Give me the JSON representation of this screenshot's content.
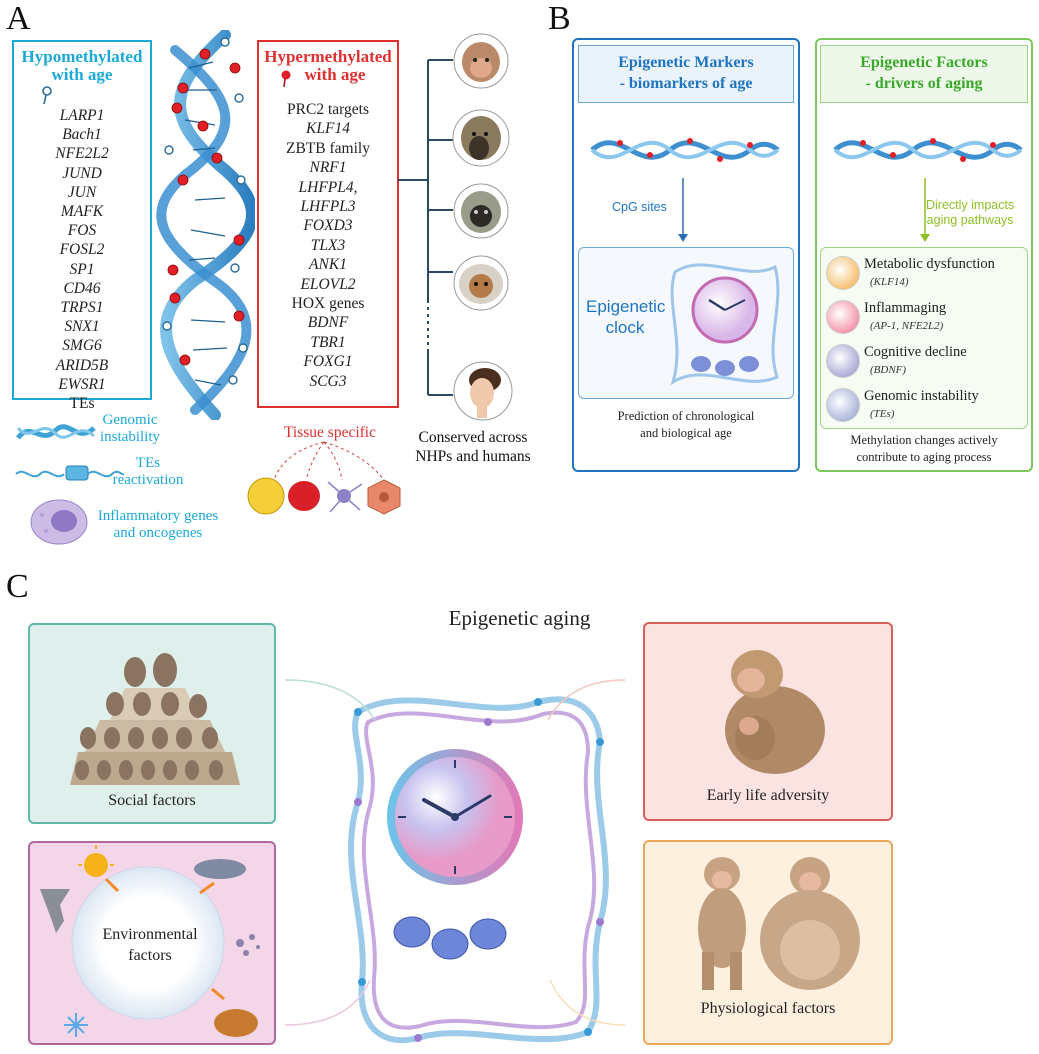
{
  "panels": {
    "a": "A",
    "b": "B",
    "c": "C"
  },
  "panel_a": {
    "hypo_title": [
      "Hypomethylated",
      "with age"
    ],
    "hypo_genes": [
      "LARP1",
      "Bach1",
      "NFE2L2",
      "JUND",
      "JUN",
      "MAFK",
      "FOS",
      "FOSL2",
      "SP1",
      "CD46",
      "TRPS1",
      "SNX1",
      "SMG6",
      "ARID5B",
      "EWSR1"
    ],
    "hypo_last": "TEs",
    "hyper_title": [
      "Hypermethylated",
      "with age"
    ],
    "hyper_genes": [
      {
        "t": "PRC2 targets",
        "i": false
      },
      {
        "t": "KLF14",
        "i": true
      },
      {
        "t": "ZBTB family",
        "i": false
      },
      {
        "t": "NRF1",
        "i": true
      },
      {
        "t": "LHFPL4,",
        "i": true
      },
      {
        "t": "LHFPL3",
        "i": true
      },
      {
        "t": "FOXD3",
        "i": true
      },
      {
        "t": "TLX3",
        "i": true
      },
      {
        "t": "ANK1",
        "i": true
      },
      {
        "t": "ELOVL2",
        "i": true
      },
      {
        "t": "HOX genes",
        "i": false
      },
      {
        "t": "BDNF",
        "i": true
      },
      {
        "t": "TBR1",
        "i": true
      },
      {
        "t": "FOXG1",
        "i": true
      },
      {
        "t": "SCG3",
        "i": true
      }
    ],
    "legend": {
      "genomic": [
        "Genomic",
        "instability"
      ],
      "tes": [
        "TEs",
        "reactivation"
      ],
      "inflammatory": [
        "Inflammatory genes",
        "and oncogenes"
      ]
    },
    "tissue_specific": "Tissue specific",
    "conserved": [
      "Conserved across",
      "NHPs and humans"
    ]
  },
  "panel_b": {
    "markers_title": [
      "Epigenetic Markers",
      "- biomarkers of age"
    ],
    "factors_title": [
      "Epigenetic Factors",
      "- drivers of aging"
    ],
    "cpg": "CpG sites",
    "directly": [
      "Directly impacts",
      "aging pathways"
    ],
    "clock_label": [
      "Epigenetic",
      "clock"
    ],
    "prediction": [
      "Prediction of chronological",
      "and biological age"
    ],
    "factors": [
      {
        "name": "Metabolic dysfunction",
        "gene": "(KLF14)"
      },
      {
        "name": "Inflammaging",
        "gene": "(AP-1, NFE2L2)"
      },
      {
        "name": "Cognitive decline",
        "gene": "(BDNF)"
      },
      {
        "name": "Genomic instability",
        "gene": "(TEs)"
      }
    ],
    "methylation": [
      "Methylation changes actively",
      "contribute to aging process"
    ]
  },
  "panel_c": {
    "title": "Epigenetic aging",
    "social": "Social factors",
    "environmental": [
      "Environmental",
      "factors"
    ],
    "early": "Early life adversity",
    "physiological": "Physiological factors"
  },
  "colors": {
    "hypo": "#1ba9d6",
    "hyper": "#e03030",
    "markers": "#1f75c0",
    "factors": "#3aa82a"
  }
}
